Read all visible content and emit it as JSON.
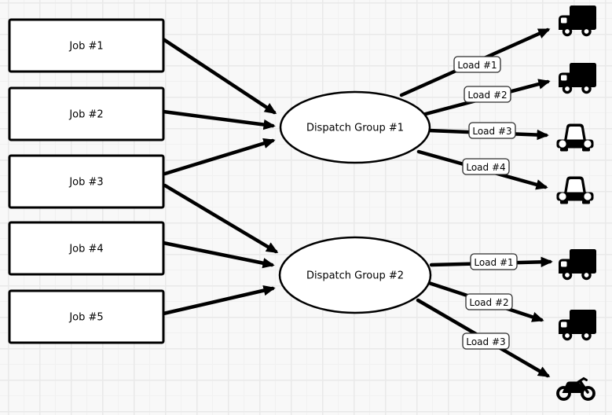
{
  "diagram": {
    "jobs": [
      {
        "label": "Job #1"
      },
      {
        "label": "Job #2"
      },
      {
        "label": "Job #3"
      },
      {
        "label": "Job #4"
      },
      {
        "label": "Job #5"
      }
    ],
    "groups": [
      {
        "label": "Dispatch Group #1"
      },
      {
        "label": "Dispatch Group #2"
      }
    ],
    "group1_loads": [
      {
        "label": "Load #1",
        "vehicle": "truck-icon"
      },
      {
        "label": "Load #2",
        "vehicle": "truck-icon"
      },
      {
        "label": "Load #3",
        "vehicle": "car-icon"
      },
      {
        "label": "Load #4",
        "vehicle": "car-icon"
      }
    ],
    "group2_loads": [
      {
        "label": "Load #1",
        "vehicle": "truck-icon"
      },
      {
        "label": "Load #2",
        "vehicle": "truck-icon"
      },
      {
        "label": "Load #3",
        "vehicle": "motorcycle-icon"
      }
    ],
    "connections": {
      "jobs_to_groups": [
        {
          "from": "Job #1",
          "to": "Dispatch Group #1"
        },
        {
          "from": "Job #2",
          "to": "Dispatch Group #1"
        },
        {
          "from": "Job #3",
          "to": "Dispatch Group #1"
        },
        {
          "from": "Job #3",
          "to": "Dispatch Group #2"
        },
        {
          "from": "Job #4",
          "to": "Dispatch Group #2"
        },
        {
          "from": "Job #5",
          "to": "Dispatch Group #2"
        }
      ]
    },
    "colors": {
      "background": "#f8f8f8",
      "grid_minor": "#f1f1f1",
      "grid_major": "#e9e9e9",
      "node_fill": "#ffffff",
      "stroke": "#000000"
    }
  }
}
